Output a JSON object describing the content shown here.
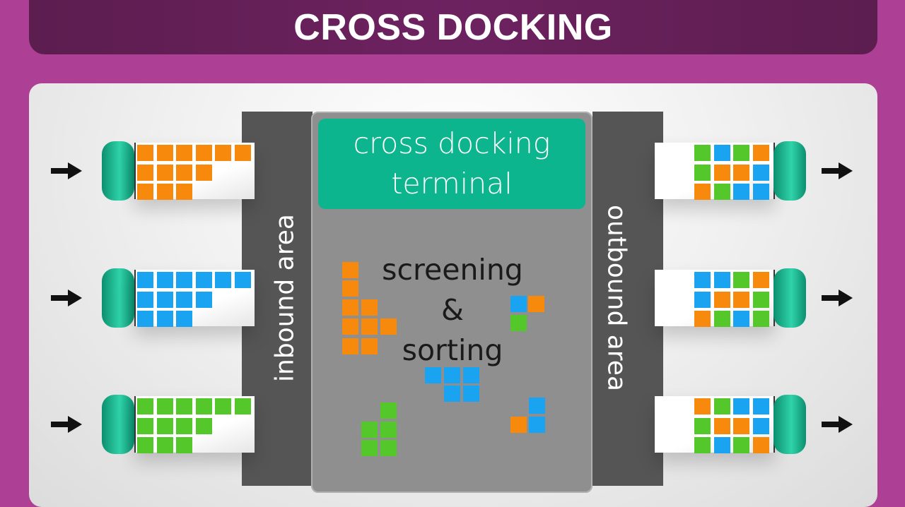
{
  "title": "CROSS DOCKING",
  "terminal": {
    "line1": "cross docking",
    "line2": "terminal"
  },
  "sorting": {
    "line1": "screening",
    "line2": "&",
    "line3": "sorting"
  },
  "inbound_label": "inbound area",
  "outbound_label": "outbound area",
  "colors": {
    "background": "#ad3f94",
    "title_bar": "#5c1d4f",
    "teal": "#0db58f",
    "orange": "#f7890d",
    "blue": "#1aa3f0",
    "green": "#54c72b",
    "dark_band": "#555555",
    "terminal": "#8f8f8f"
  },
  "inbound_trucks": [
    {
      "color": "orange",
      "rows": [
        6,
        4,
        3
      ]
    },
    {
      "color": "blue",
      "rows": [
        6,
        4,
        3
      ]
    },
    {
      "color": "green",
      "rows": [
        6,
        4,
        3
      ]
    }
  ],
  "outbound_trucks": [
    {
      "rows": [
        [
          "green",
          "blue",
          "green",
          "orange"
        ],
        [
          "green",
          "orange",
          "orange",
          "blue"
        ],
        [
          "orange",
          "green",
          "blue",
          "blue"
        ]
      ]
    },
    {
      "rows": [
        [
          "blue",
          "blue",
          "green",
          "orange"
        ],
        [
          "blue",
          "orange",
          "orange",
          "green"
        ],
        [
          "orange",
          "green",
          "blue",
          "green"
        ]
      ]
    },
    {
      "rows": [
        [
          "orange",
          "green",
          "blue",
          "blue"
        ],
        [
          "green",
          "orange",
          "orange",
          "blue"
        ],
        [
          "green",
          "blue",
          "green",
          "orange"
        ]
      ]
    }
  ],
  "arrow_icon": "arrow-right-icon"
}
